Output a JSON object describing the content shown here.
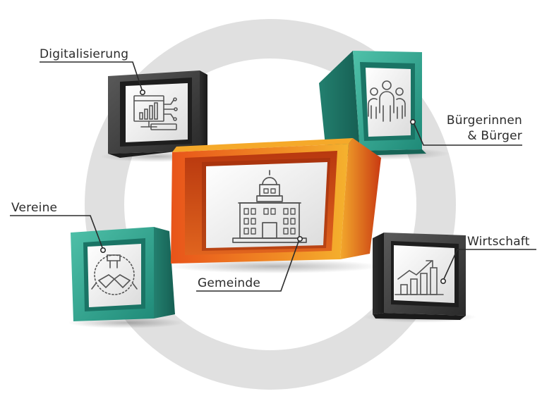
{
  "diagram": {
    "center": {
      "label": "Gemeinde",
      "icon": "town-hall-icon",
      "color": "#e8601c"
    },
    "nodes": [
      {
        "id": "digitalisierung",
        "label": "Digitalisierung",
        "icon": "computer-analytics-icon",
        "color": "#3a3a3a"
      },
      {
        "id": "buerger",
        "label_line1": "Bürgerinnen",
        "label_line2": "& Bürger",
        "icon": "people-group-icon",
        "color": "#2a9d8a"
      },
      {
        "id": "vereine",
        "label": "Vereine",
        "icon": "teamwork-hands-icon",
        "color": "#2a9d8a"
      },
      {
        "id": "wirtschaft",
        "label": "Wirtschaft",
        "icon": "growth-chart-icon",
        "color": "#3a3a3a"
      }
    ],
    "ring_color": "#e0e0e0"
  }
}
